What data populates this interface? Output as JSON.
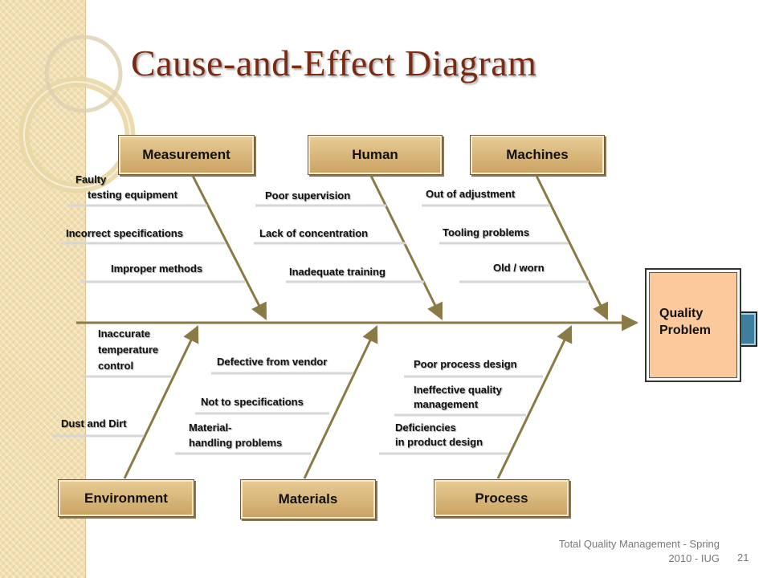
{
  "title": "Cause-and-Effect Diagram",
  "categories": {
    "measurement": "Measurement",
    "human": "Human",
    "machines": "Machines",
    "environment": "Environment",
    "materials": "Materials",
    "process": "Process"
  },
  "causes": {
    "measurement": [
      "Faulty",
      "testing equipment",
      "Incorrect specifications",
      "Improper methods"
    ],
    "human": [
      "Poor supervision",
      "Lack of concentration",
      "Inadequate training"
    ],
    "machines": [
      "Out of adjustment",
      "Tooling problems",
      "Old / worn"
    ],
    "environment": [
      "Inaccurate",
      "temperature",
      "control",
      "Dust and Dirt"
    ],
    "materials": [
      "Defective from vendor",
      "Not to specifications",
      "Material-",
      "handling problems"
    ],
    "process": [
      "Poor process design",
      "Ineffective quality",
      "management",
      "Deficiencies",
      "in product design"
    ]
  },
  "effect": {
    "line1": "Quality",
    "line2": "Problem"
  },
  "footer": {
    "line1": "Total Quality Management - Spring",
    "line2": "2010 - IUG",
    "page": "21"
  }
}
